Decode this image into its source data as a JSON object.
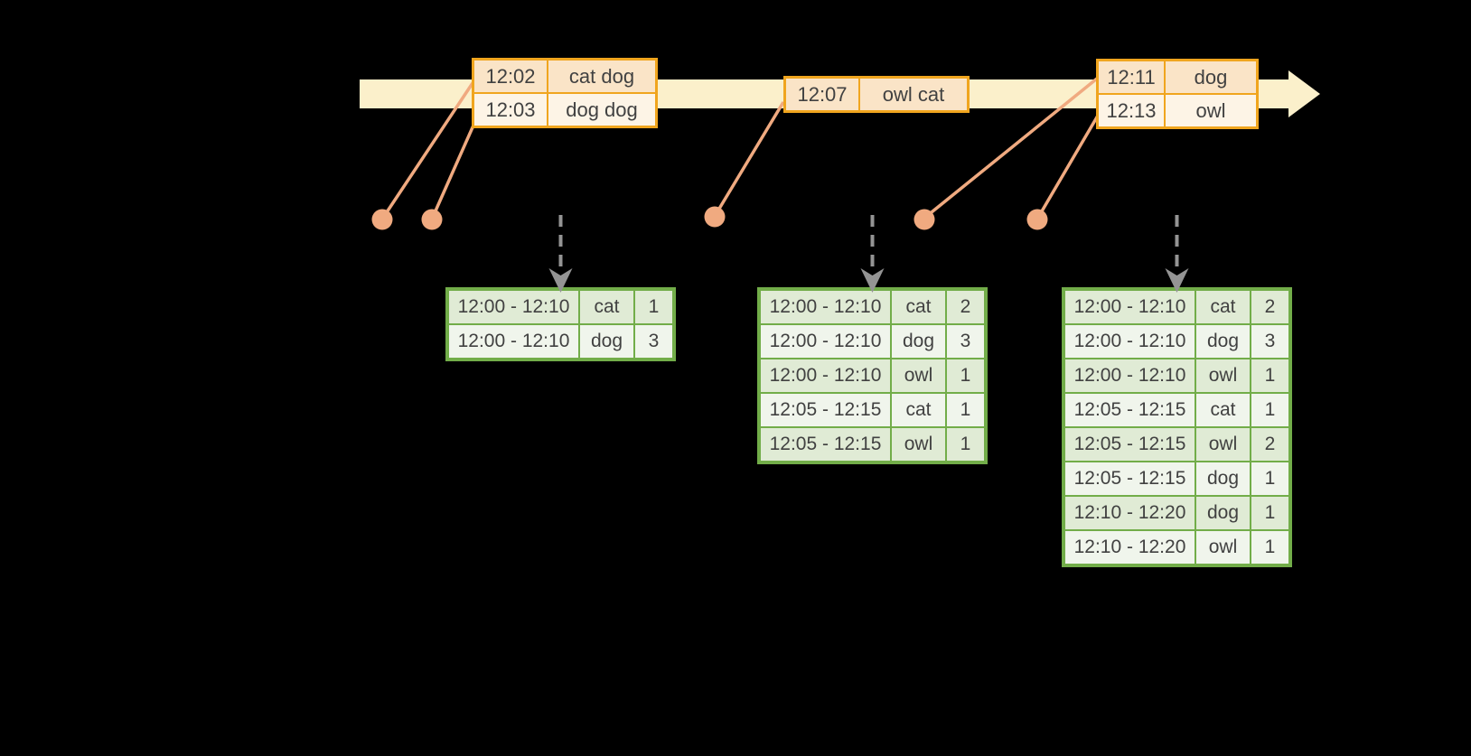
{
  "colors": {
    "background": "#000000",
    "timeline_band": "#FBF0CB",
    "event_border": "#F0A51E",
    "event_row_dark": "#FAE4C7",
    "event_row_light": "#FDF4E6",
    "connector": "#F0AA80",
    "result_border": "#72AD49",
    "result_row_dark": "#E0EBD5",
    "result_row_light": "#F0F5EC",
    "arrow_gray": "#949494",
    "text": "#414141"
  },
  "event_tables": [
    {
      "rows": [
        {
          "time": "12:02",
          "words": "cat dog"
        },
        {
          "time": "12:03",
          "words": "dog dog"
        }
      ]
    },
    {
      "rows": [
        {
          "time": "12:07",
          "words": "owl cat"
        }
      ]
    },
    {
      "rows": [
        {
          "time": "12:11",
          "words": "dog"
        },
        {
          "time": "12:13",
          "words": "owl"
        }
      ]
    }
  ],
  "result_tables": [
    {
      "rows": [
        {
          "window": "12:00 - 12:10",
          "word": "cat",
          "count": "1"
        },
        {
          "window": "12:00 - 12:10",
          "word": "dog",
          "count": "3"
        }
      ]
    },
    {
      "rows": [
        {
          "window": "12:00 - 12:10",
          "word": "cat",
          "count": "2"
        },
        {
          "window": "12:00 - 12:10",
          "word": "dog",
          "count": "3"
        },
        {
          "window": "12:00 - 12:10",
          "word": "owl",
          "count": "1"
        },
        {
          "window": "12:05 - 12:15",
          "word": "cat",
          "count": "1"
        },
        {
          "window": "12:05 - 12:15",
          "word": "owl",
          "count": "1"
        }
      ]
    },
    {
      "rows": [
        {
          "window": "12:00 - 12:10",
          "word": "cat",
          "count": "2"
        },
        {
          "window": "12:00 - 12:10",
          "word": "dog",
          "count": "3"
        },
        {
          "window": "12:00 - 12:10",
          "word": "owl",
          "count": "1"
        },
        {
          "window": "12:05 - 12:15",
          "word": "cat",
          "count": "1"
        },
        {
          "window": "12:05 - 12:15",
          "word": "owl",
          "count": "2"
        },
        {
          "window": "12:05 - 12:15",
          "word": "dog",
          "count": "1"
        },
        {
          "window": "12:10 - 12:20",
          "word": "dog",
          "count": "1"
        },
        {
          "window": "12:10 - 12:20",
          "word": "owl",
          "count": "1"
        }
      ]
    }
  ]
}
